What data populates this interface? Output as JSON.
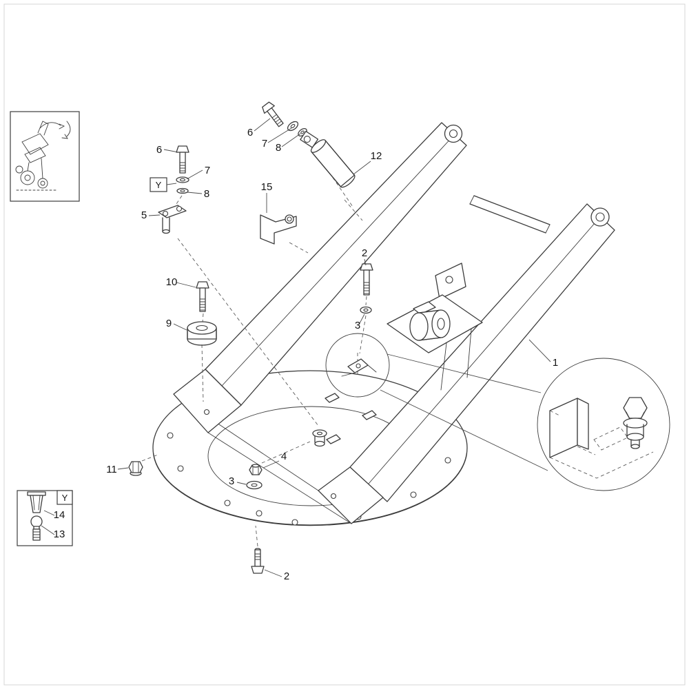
{
  "diagram": {
    "callouts": {
      "n1": "1",
      "n2_upper": "2",
      "n2_lower": "2",
      "n3_upper": "3",
      "n3_lower": "3",
      "n4": "4",
      "n5": "5",
      "n6_upper": "6",
      "n6_left": "6",
      "n7_upper": "7",
      "n7_left": "7",
      "n8_upper": "8",
      "n8_left": "8",
      "n9": "9",
      "n10": "10",
      "n11": "11",
      "n12": "12",
      "n13": "13",
      "n14": "14",
      "n15": "15",
      "y_upper": "Y",
      "y_lower": "Y"
    }
  }
}
